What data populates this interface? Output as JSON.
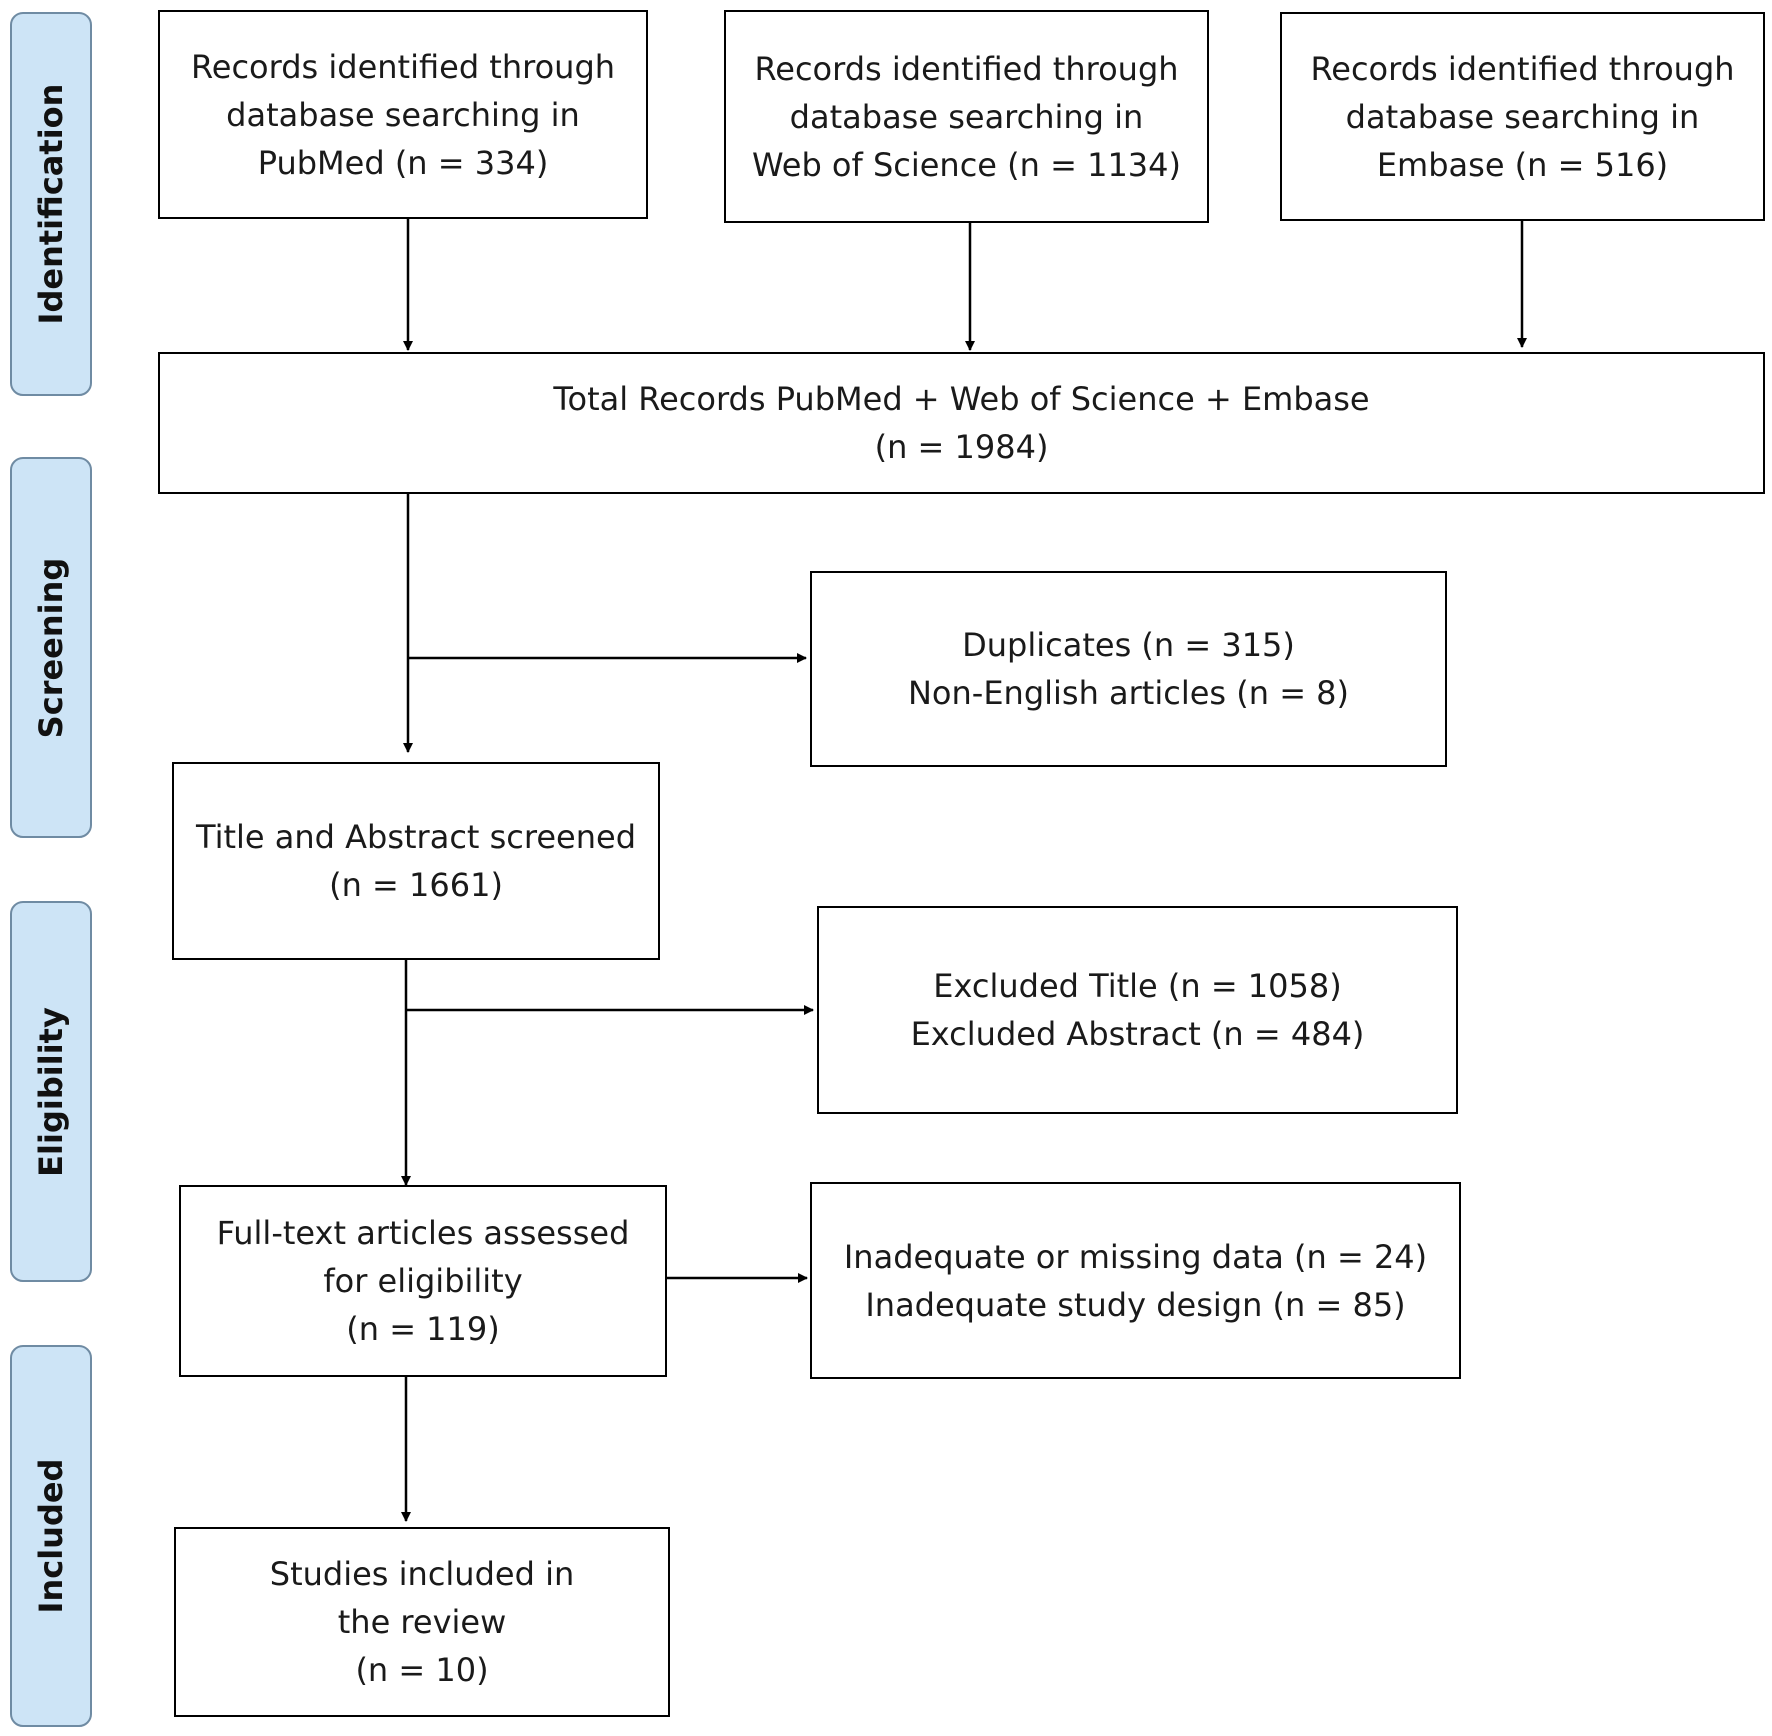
{
  "phases": {
    "identification": "Identification",
    "screening": "Screening",
    "eligibility": "Eligibility",
    "included": "Included"
  },
  "boxes": {
    "pubmed": [
      "Records identified through",
      "database searching in",
      "PubMed (n = 334)"
    ],
    "wos": [
      "Records identified through",
      "database searching in",
      "Web of Science (n = 1134)"
    ],
    "embase": [
      "Records identified through",
      "database searching in",
      "Embase (n = 516)"
    ],
    "total": [
      "Total Records PubMed + Web of Science + Embase",
      "(n = 1984)"
    ],
    "duplicates": [
      "Duplicates (n = 315)",
      "Non-English articles (n = 8)"
    ],
    "screened": [
      "Title and Abstract screened",
      "(n = 1661)"
    ],
    "excluded": [
      "Excluded Title (n = 1058)",
      "Excluded Abstract (n = 484)"
    ],
    "fulltext": [
      "Full-text articles assessed",
      "for eligibility",
      "(n = 119)"
    ],
    "inadequate": [
      "Inadequate or missing data (n = 24)",
      "Inadequate study design (n = 85)"
    ],
    "included": [
      "Studies included in",
      "the review",
      "(n = 10)"
    ]
  }
}
